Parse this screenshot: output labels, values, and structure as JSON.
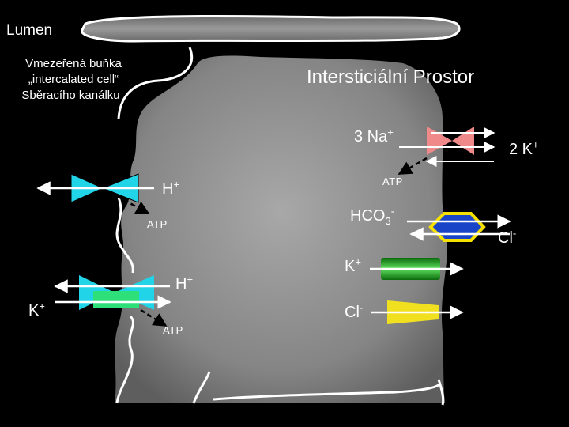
{
  "labels": {
    "lumen": "Lumen",
    "cell_line1": "Vmezeřená buňka",
    "cell_line2": "„intercalated cell“",
    "cell_line3": "Sběracího kanálku",
    "interstitial": "Intersticiální Prostor"
  },
  "ions": {
    "na": {
      "base": "3 Na",
      "sup": "+"
    },
    "k_pump": {
      "base": "2 K",
      "sup": "+"
    },
    "h_top": {
      "base": "H",
      "sup": "+"
    },
    "h_bottom": {
      "base": "H",
      "sup": "+"
    },
    "hco3": {
      "base": "HCO",
      "sub": "3",
      "sup": "-"
    },
    "cl_right": {
      "base": "Cl",
      "sup": "-"
    },
    "k_channel": {
      "base": "K",
      "sup": "+"
    },
    "cl_channel": {
      "base": "Cl",
      "sup": "-"
    },
    "k_left": {
      "base": "K",
      "sup": "+"
    }
  },
  "atp": {
    "right": "ATP",
    "left_top": "ATP",
    "left_bottom": "ATP"
  },
  "colors": {
    "background": "#000000",
    "cell_fill": "#8f8f8f",
    "membrane_outline": "#ffffff",
    "h_pump": "#22d4e8",
    "hk_pump": "#2ee07a",
    "na_k_pump": "#f08a8a",
    "hco3_exchanger": "#1a44c8",
    "k_channel": "#22aa22",
    "cl_channel": "#f0e020"
  },
  "icons": [
    "h-atpase-icon",
    "hk-atpase-icon",
    "na-k-pump-icon",
    "anion-exchanger-icon",
    "k-channel-icon",
    "cl-channel-icon"
  ]
}
